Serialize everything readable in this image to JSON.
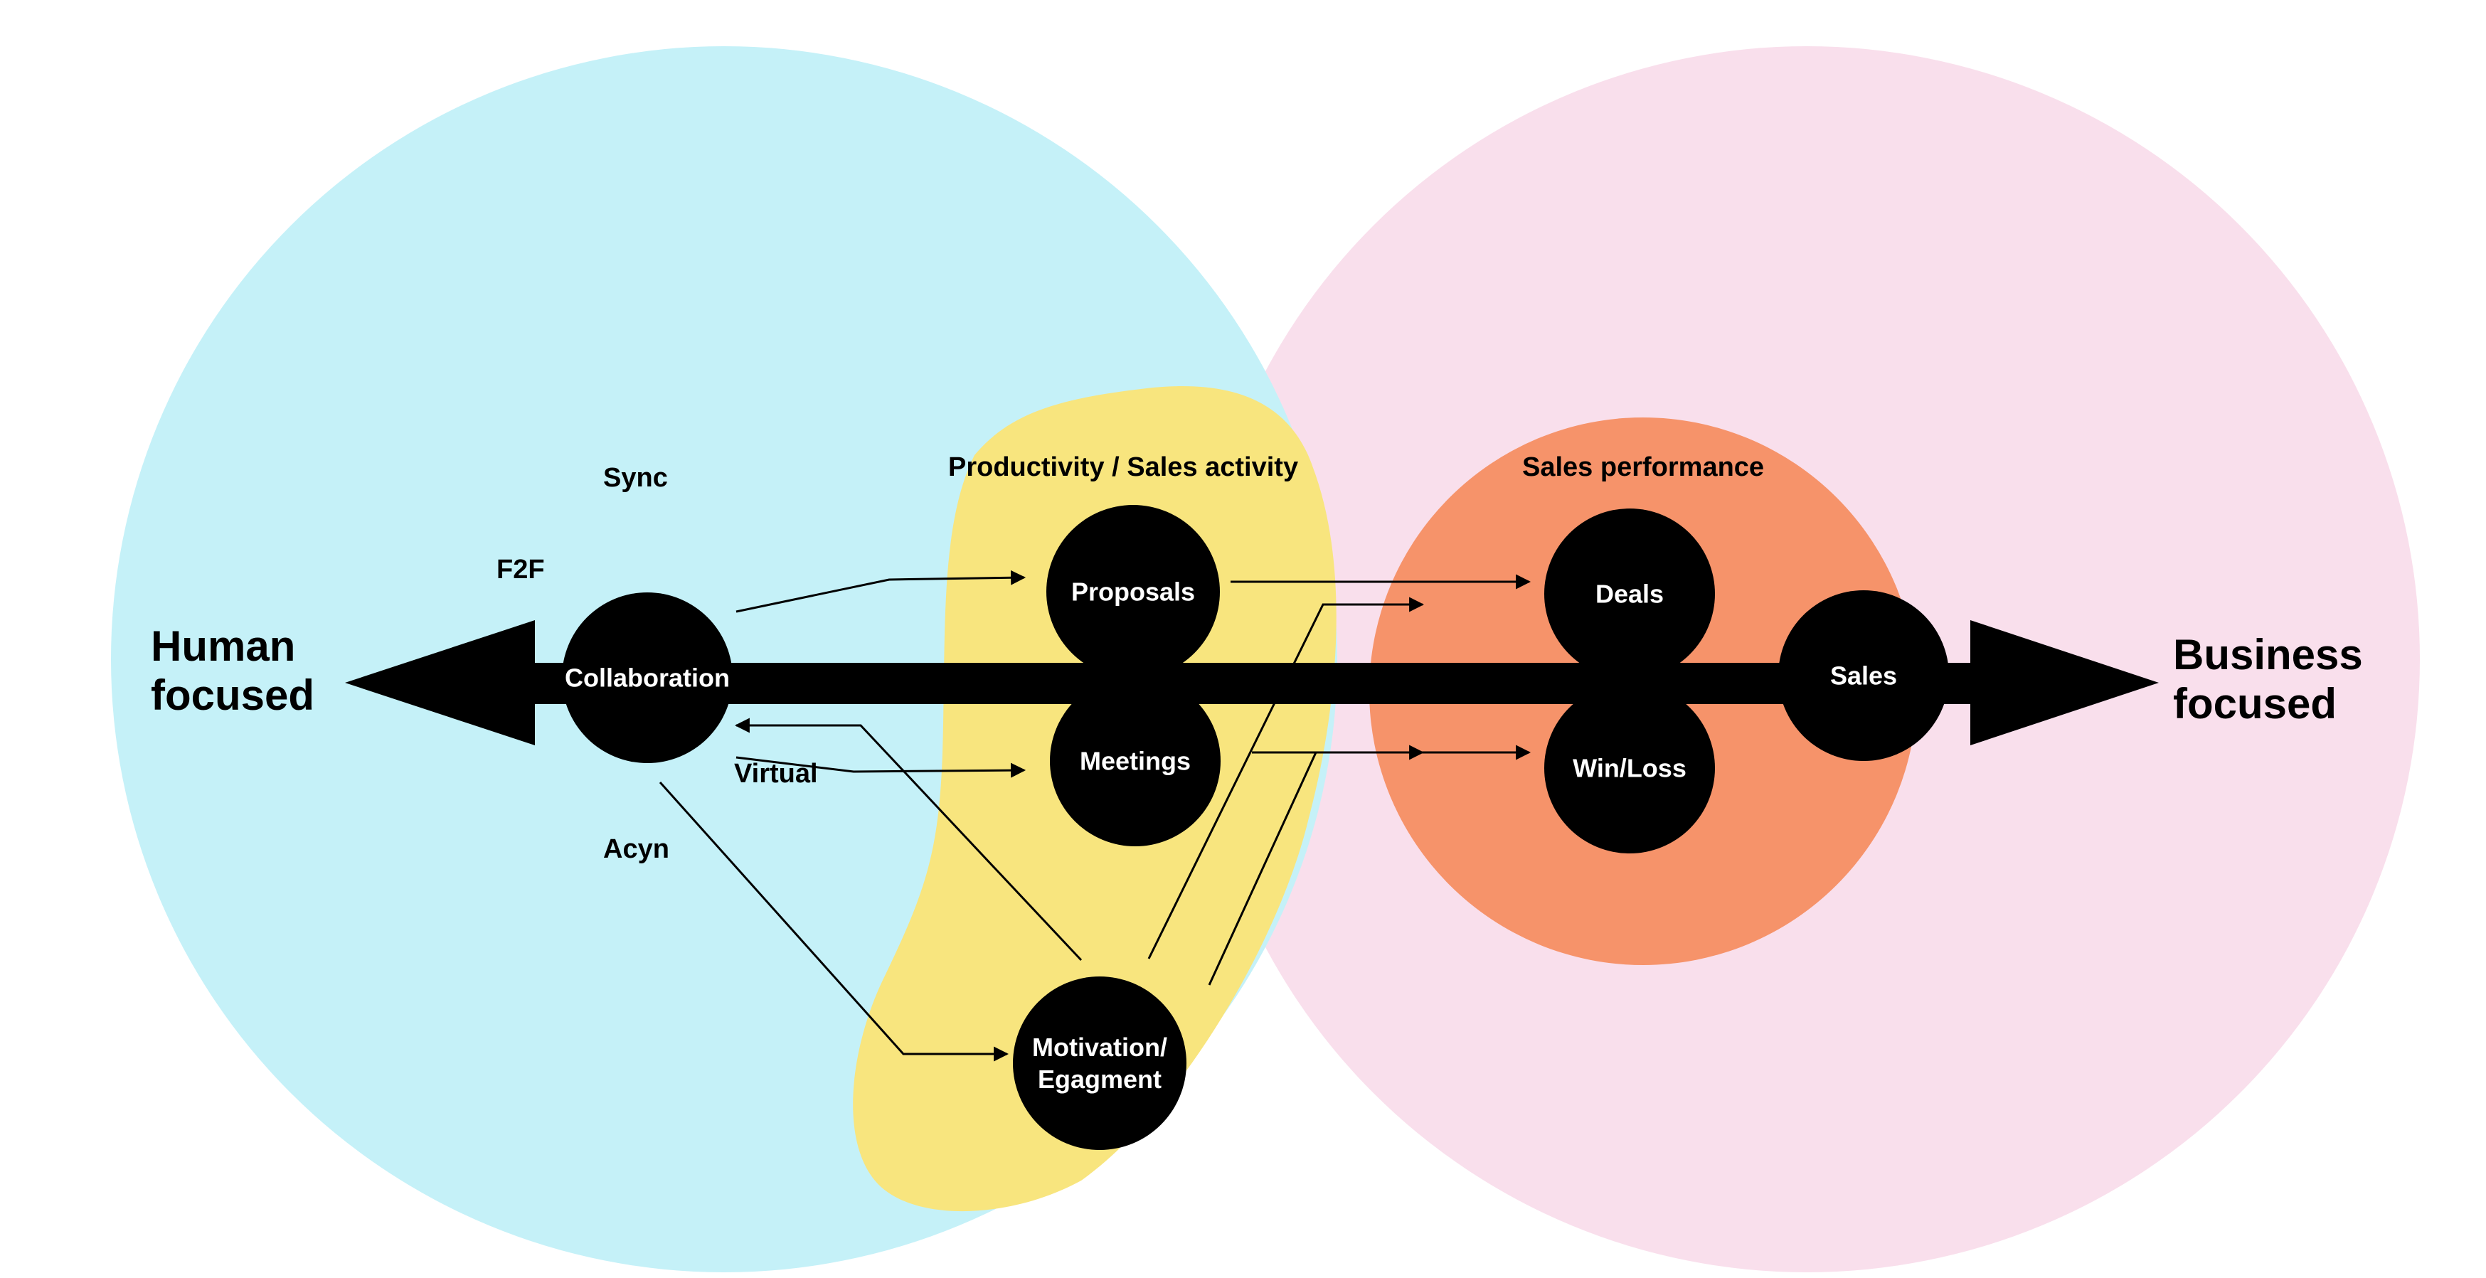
{
  "colors": {
    "human_circle": "#c5f1f8",
    "business_circle": "#f9dfec",
    "productivity_blob": "#f8e57e",
    "sales_performance_circle": "#f6936a",
    "axis": "#000000",
    "node_fill": "#000000",
    "node_text": "#ffffff"
  },
  "poles": {
    "left": "Human\nfocused",
    "right": "Business\nfocused"
  },
  "sections": {
    "productivity": "Productivity / Sales activity",
    "sales_performance": "Sales performance"
  },
  "modes": {
    "sync": "Sync",
    "f2f": "F2F",
    "virtual": "Virtual",
    "acyn": "Acyn"
  },
  "nodes": {
    "collaboration": "Collaboration",
    "proposals": "Proposals",
    "meetings": "Meetings",
    "motivation": "Motivation/\nEgagment",
    "deals": "Deals",
    "winloss": "Win/Loss",
    "sales": "Sales"
  }
}
